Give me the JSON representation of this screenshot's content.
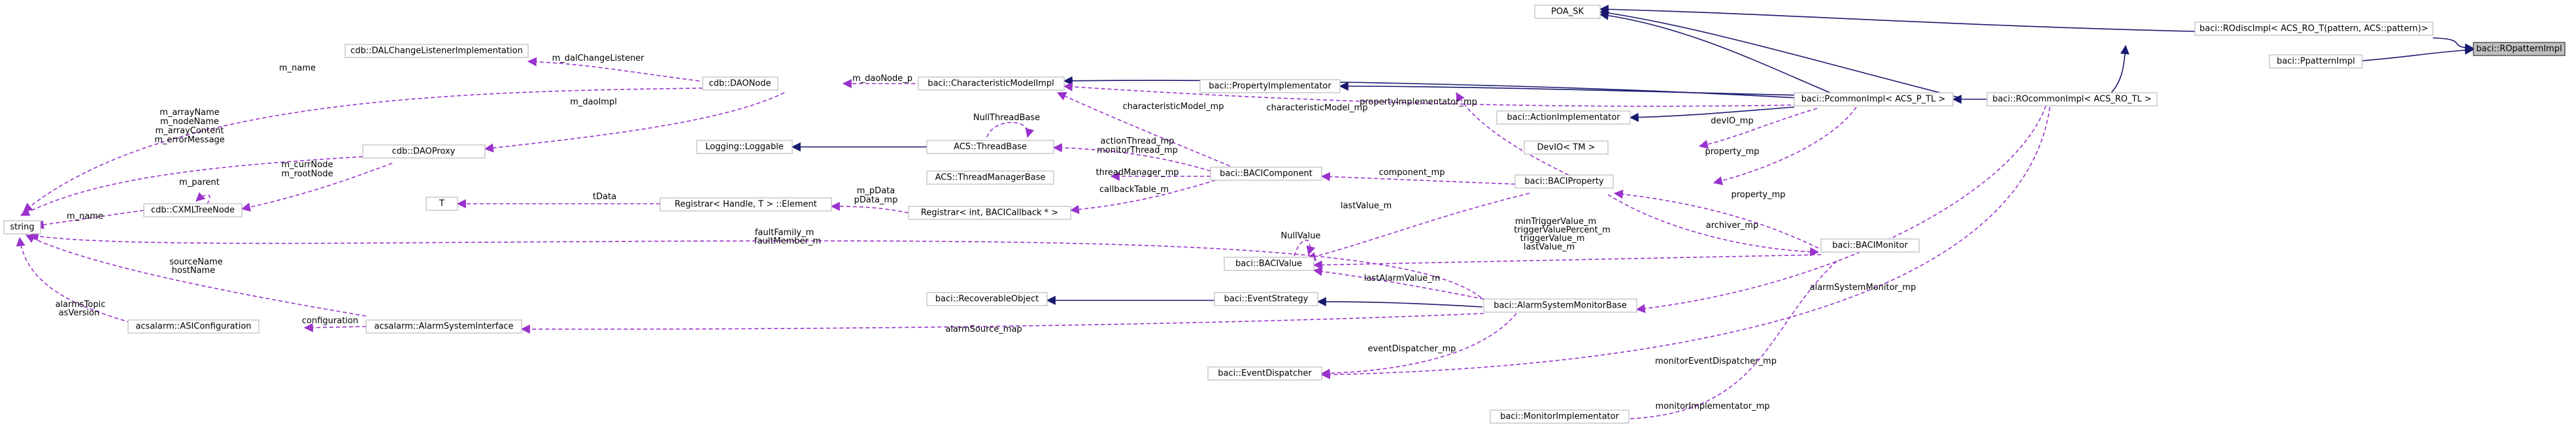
{
  "nodes": {
    "ropattern_impl": "baci::ROpatternImpl",
    "ppattern_impl": "baci::PpatternImpl",
    "rodisc_impl": "baci::ROdiscImpl< ACS_RO_T(pattern, ACS::pattern)>",
    "poa_sk": "POA_SK",
    "rocommon_impl": "baci::ROcommonImpl< ACS_RO_TL >",
    "pcommon_impl": "baci::PcommonImpl< ACS_P_TL >",
    "characteristic_model_impl": "baci::CharacteristicModelImpl",
    "property_implementator": "baci::PropertyImplementator",
    "action_implementator": "baci::ActionImplementator",
    "devio": "DevIO< TM >",
    "bacio_property": "baci::BACIProperty",
    "baci_component": "baci::BACIComponent",
    "thread_base": "ACS::ThreadBase",
    "thread_manager_base": "ACS::ThreadManagerBase",
    "logging_loggable": "Logging::Loggable",
    "registrar_handle": "Registrar< Handle, T > ::Element",
    "registrar_int": "Registrar< int, BACICallback * >",
    "t_param": "T",
    "cdb_dal_listener": "cdb::DALChangeListenerImplementation",
    "cdb_daonode": "cdb::DAONode",
    "cdb_daoproxy": "cdb::DAOProxy",
    "cdb_cxml_treenode": "cdb::CXMLTreeNode",
    "string": "string",
    "baci_monitor": "baci::BACIMonitor",
    "baci_value": "baci::BACIValue",
    "recoverable_object": "baci::RecoverableObject",
    "event_strategy": "baci::EventStrategy",
    "alarm_system_monitor_base": "baci::AlarmSystemMonitorBase",
    "event_dispatcher": "baci::EventDispatcher",
    "monitor_implementator": "baci::MonitorImplementator",
    "asi_configuration": "acsalarm::ASIConfiguration",
    "alarm_system_interface": "acsalarm::AlarmSystemInterface"
  },
  "edge_labels": {
    "m_dalChangeListener": "m_dalChangeListener",
    "m_daoNode_p": "m_daoNode_p",
    "m_name": "m_name",
    "m_daoImpl": "m_daoImpl",
    "m_arrayName": "m_arrayName",
    "m_nodeName": "m_nodeName",
    "m_arrayContent": "m_arrayContent",
    "m_errorMessage": "m_errorMessage",
    "m_parent": "m_parent",
    "m_currNode": "m_currNode",
    "m_rootNode": "m_rootNode",
    "m_name_2": "m_name",
    "characteristicModel_mp": "characteristicModel_mp",
    "characteristicModel_mp_2": "characteristicModel_mp",
    "propertyImplementator_mp": "propertyImplementator_mp",
    "devIO_mp": "devIO_mp",
    "property_mp": "property_mp",
    "nullThreadBase": "NullThreadBase",
    "actionThread_mp": "actionThread_mp",
    "monitorThread_mp": "monitorThread_mp",
    "threadManager_mp": "threadManager_mp",
    "callbackTable_m": "callbackTable_m",
    "component_mp": "component_mp",
    "tData": "tData",
    "m_pData": "m_pData",
    "pData_mp": "pData_mp",
    "lastValue_m": "lastValue_m",
    "faultFamily_m": "faultFamily_m",
    "faultMember_m": "faultMember_m",
    "property_mp_2": "property_mp",
    "archiver_mp": "archiver_mp",
    "nullValue": "NullValue",
    "minTriggerValue_m": "minTriggerValue_m",
    "triggerValuePercent_m": "triggerValuePercent_m",
    "triggerValue_m": "triggerValue_m",
    "lastValue_m_2": "lastValue_m",
    "lastAlarmValue_m": "lastAlarmValue_m",
    "alarmSystemMonitor_mp": "alarmSystemMonitor_mp",
    "sourceName": "sourceName",
    "hostName": "hostName",
    "alarmsTopic": "alarmsTopic",
    "asVersion": "asVersion",
    "configuration": "configuration",
    "alarmSource_map": "alarmSource_map",
    "eventDispatcher_mp": "eventDispatcher_mp",
    "monitorEventDispatcher_mp": "monitorEventDispatcher_mp",
    "monitorImplementator_mp": "monitorImplementator_mp"
  }
}
